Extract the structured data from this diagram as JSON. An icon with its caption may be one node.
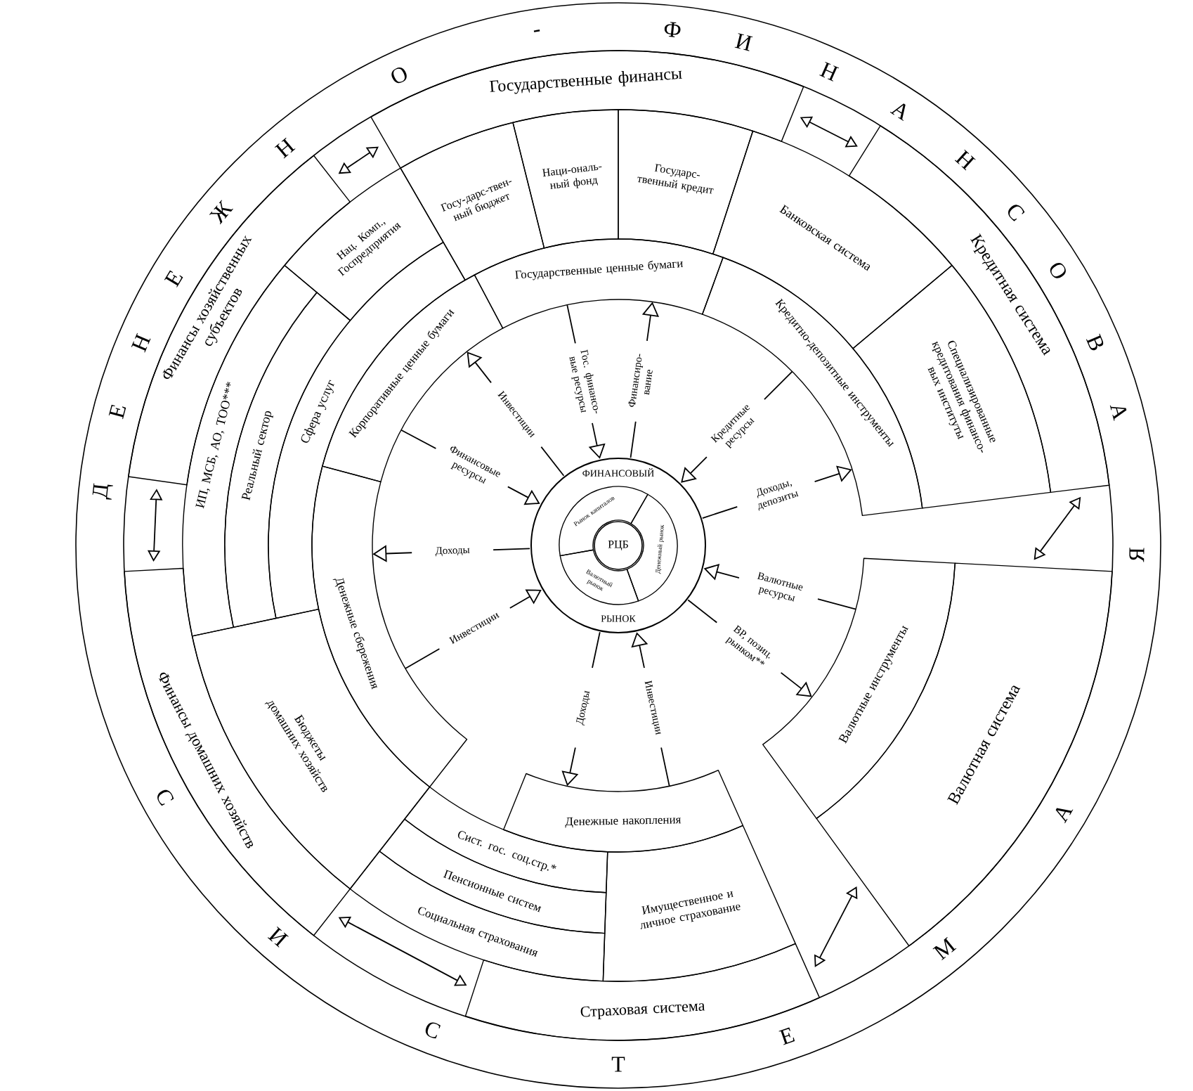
{
  "diagram": {
    "nodes": [
      {
        "text": [
          "Государственные финансы"
        ]
      },
      {
        "text": [
          "Госу-дарс-твен-ный бюджет"
        ]
      },
      {
        "text": [
          "Наци-ональ-ный фонд"
        ]
      },
      {
        "text": [
          "Государс-твенный кредит"
        ]
      },
      {
        "text": [
          "Кредитная система"
        ]
      },
      {
        "text": [
          "Банковская система"
        ]
      },
      {
        "text": [
          "Специализированные кредитования финансо-вых институты"
        ]
      },
      {
        "text": [
          "Государственные ценные бумаги"
        ]
      },
      {
        "text": [
          "Кредитно-депозитные инструменты"
        ]
      },
      {
        "text": [
          "Финансы хозяйственных субъектов"
        ]
      },
      {
        "text": [
          "Нац. Комп., Госпредприятия"
        ]
      },
      {
        "text": [
          "ИП, МСБ, АО, ТОО***"
        ]
      },
      {
        "text": [
          "Реальный сектор"
        ]
      },
      {
        "text": [
          "Сфера услуг"
        ]
      },
      {
        "text": [
          "Корпоративные ценные бумаги"
        ]
      },
      {
        "text": [
          "Денежные сбережения"
        ]
      },
      {
        "text": [
          "Бюджеты домашних хозяйств"
        ]
      },
      {
        "text": [
          "Финансы домашних хозяйств"
        ]
      },
      {
        "text": [
          "Страховая система"
        ]
      },
      {
        "text": [
          "Социальная страхования"
        ]
      },
      {
        "text": [
          "Пенсионные систем"
        ]
      },
      {
        "text": [
          "Сист. гос. соц.стр.*"
        ]
      },
      {
        "text": [
          "Имущественное и личное страхование"
        ]
      },
      {
        "text": [
          "Денежные накопления"
        ]
      },
      {
        "text": [
          "Валютная система"
        ]
      },
      {
        "text": [
          "Валютные инструменты"
        ]
      },
      {
        "text": [
          "ФИНАНСОВЫЙ",
          "РЫНОК"
        ]
      },
      {
        "text": [
          "Рынок капиталов"
        ],
        "in": 26
      },
      {
        "text": [
          "Денежный рынок"
        ],
        "in": 26
      },
      {
        "text": [
          "Валютный рынок"
        ],
        "in": 26
      },
      {
        "text": [
          "РЦБ"
        ],
        "in": 26
      }
    ],
    "edges": [
      {
        "from": 9,
        "to": 0,
        "arrow": "both"
      },
      {
        "from": 0,
        "to": 4,
        "arrow": "both"
      },
      {
        "from": 4,
        "to": 24,
        "arrow": "both"
      },
      {
        "from": 24,
        "to": 18,
        "arrow": "both"
      },
      {
        "from": 18,
        "to": 17,
        "arrow": "both"
      },
      {
        "from": 17,
        "to": 9,
        "arrow": "both"
      },
      {
        "from": 26,
        "to": 14,
        "arrow": "to",
        "label": "Инвестиции"
      },
      {
        "from": 14,
        "to": 26,
        "arrow": "to",
        "label": "Финансовые ресурсы"
      },
      {
        "from": 26,
        "to": 15,
        "arrow": "to",
        "label": "Доходы"
      },
      {
        "from": 15,
        "to": 26,
        "arrow": "to",
        "label": "Инвестиции"
      },
      {
        "from": 26,
        "to": 23,
        "arrow": "to",
        "label": "Доходы"
      },
      {
        "from": 23,
        "to": 26,
        "arrow": "to",
        "label": "Инвестиции"
      },
      {
        "from": 26,
        "to": 25,
        "arrow": "to",
        "label": "ВР, позиц. рынком**"
      },
      {
        "from": 25,
        "to": 26,
        "arrow": "to",
        "label": "Валютные ресурсы"
      },
      {
        "from": 26,
        "to": 8,
        "arrow": "to",
        "label": "Доходы, депозиты"
      },
      {
        "from": 8,
        "to": 26,
        "arrow": "to",
        "label": "Кредитные ресурсы"
      },
      {
        "from": 26,
        "to": 7,
        "arrow": "to",
        "label": "Финансиро-вание"
      },
      {
        "from": 7,
        "to": 26,
        "arrow": "to",
        "label": "Гос. финансо-вые ресурсы"
      }
    ],
    "labels": [
      "Д",
      "Е",
      "Н",
      "Е",
      "Ж",
      "Н",
      "О",
      "-",
      "Ф",
      "И",
      "Н",
      "А",
      "Н",
      "С",
      "О",
      "В",
      "А",
      "Я",
      "С",
      "И",
      "С",
      "Т",
      "Е",
      "М",
      "А"
    ]
  }
}
